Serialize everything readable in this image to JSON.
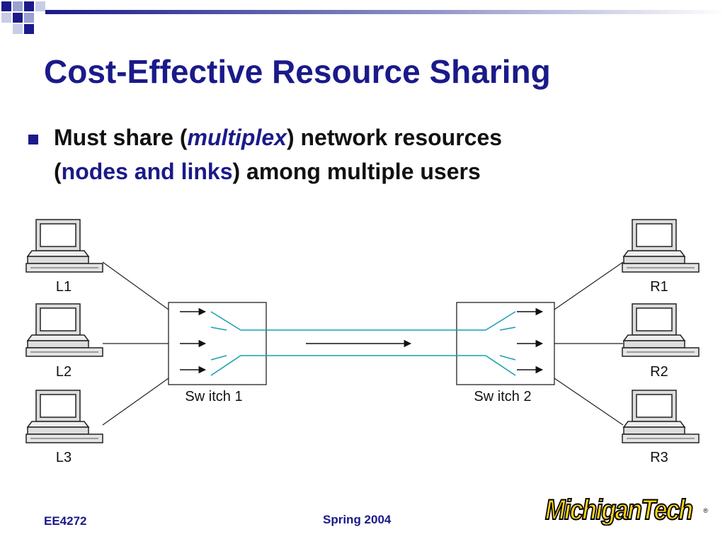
{
  "slide": {
    "title": "Cost-Effective Resource Sharing",
    "bullet": {
      "part1": "Must share (",
      "emph1": "multiplex",
      "part2": ") network resources",
      "part3": "(",
      "emph2": "nodes and links",
      "part4": ") among multiple users"
    }
  },
  "diagram": {
    "hosts_left": [
      "L1",
      "L2",
      "L3"
    ],
    "hosts_right": [
      "R1",
      "R2",
      "R3"
    ],
    "switch_left": "Sw itch 1",
    "switch_right": "Sw itch 2"
  },
  "footer": {
    "course": "EE4272",
    "term": "Spring 2004",
    "logo_text": "MichiganTech",
    "logo_mark": "®"
  },
  "colors": {
    "title": "#1a1a8a",
    "link": "#1a9fb5",
    "logo_fill": "#ffd21a"
  }
}
